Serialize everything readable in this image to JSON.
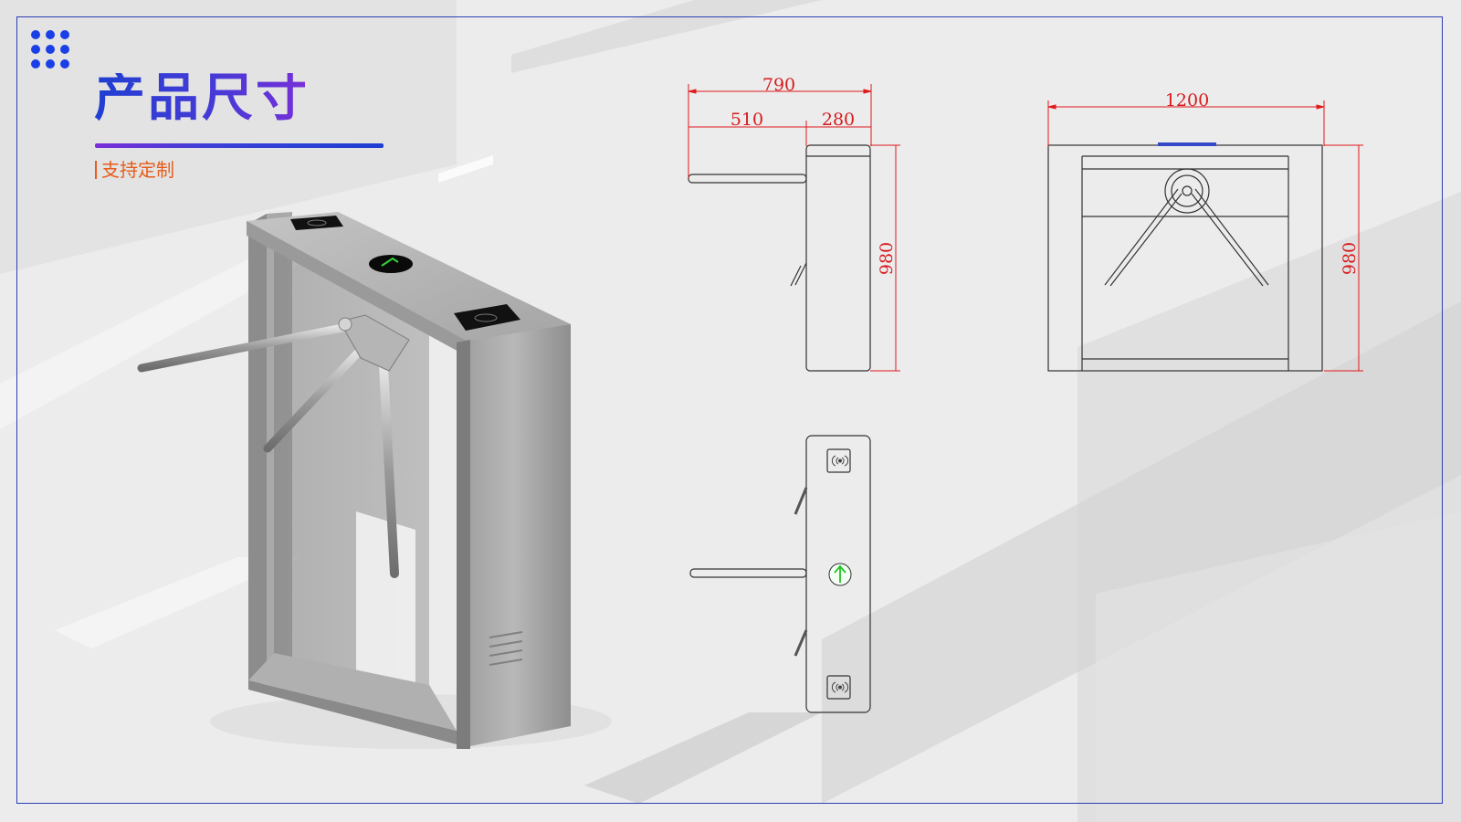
{
  "header": {
    "title": "产品尺寸",
    "subtitle": "支持定制"
  },
  "side_view": {
    "overall_width": "790",
    "arm_length": "510",
    "cabinet_width": "280",
    "height": "980"
  },
  "front_view": {
    "width": "1200",
    "height": "980"
  },
  "colors": {
    "frame": "#2b3fb8",
    "title": "#2a3fc4",
    "subtitle": "#e65c1a",
    "dimension": "#e0191c",
    "arrow": "#22c322"
  }
}
